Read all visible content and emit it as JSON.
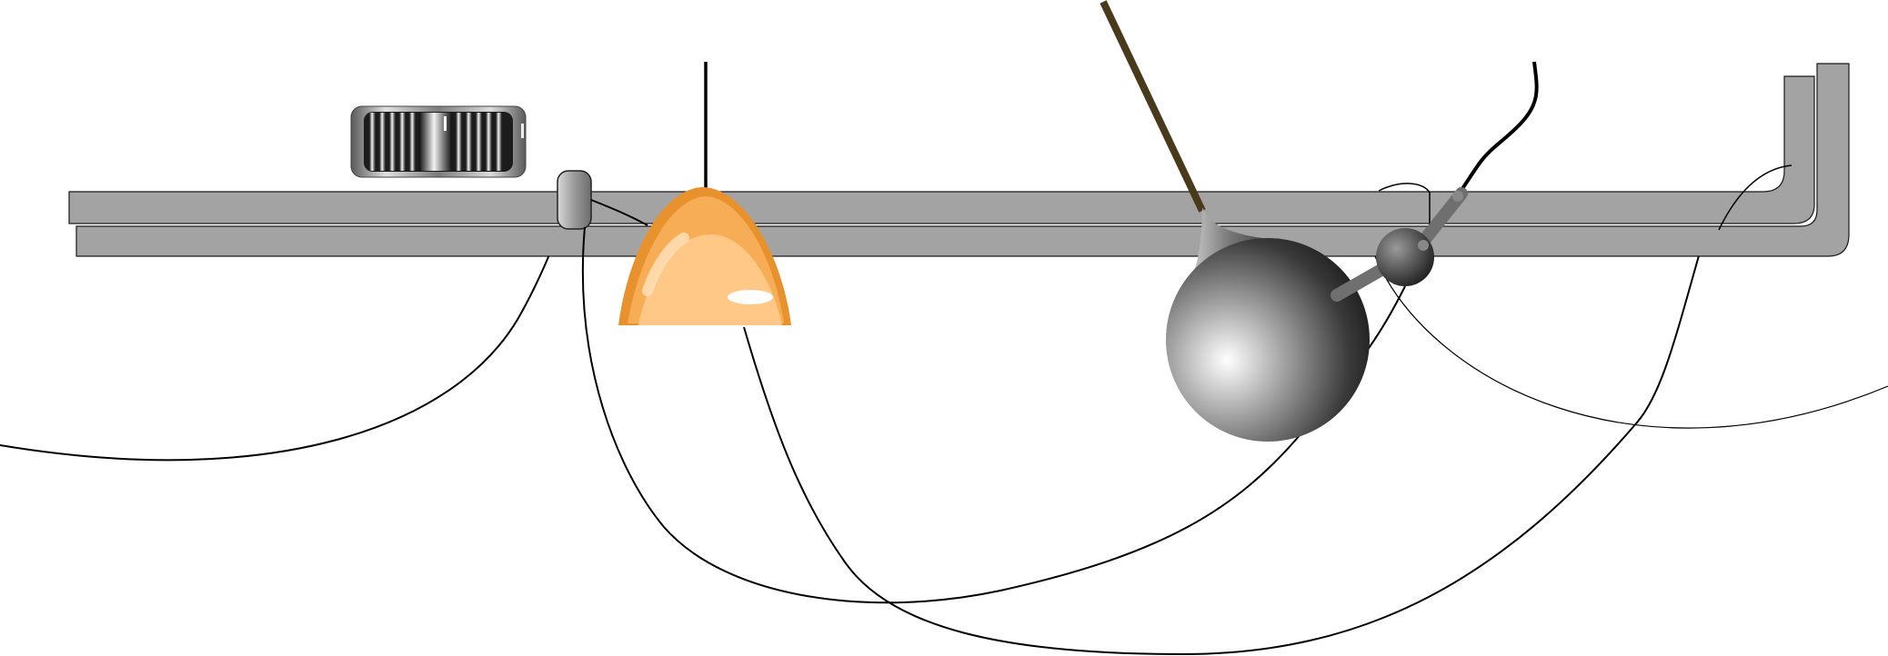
{
  "scene": {
    "background": "#ffffff",
    "colors": {
      "rail": "#a3a3a3",
      "rail_outline": "#1a1a1a",
      "cable": "#000000",
      "rod": "#4a3a1c",
      "lamp_orange_dark": "#e8922e",
      "lamp_orange_mid": "#f7ad55",
      "lamp_orange_light": "#ffc886",
      "sphere_light": "#ffffff",
      "sphere_dark": "#1e1e1e",
      "fixture_gray": "#777777"
    },
    "objects": [
      {
        "name": "upper-rail",
        "icon": "track-rail"
      },
      {
        "name": "lower-rail",
        "icon": "track-rail"
      },
      {
        "name": "ventilation-grille",
        "icon": "metal-vent-grille"
      },
      {
        "name": "rail-clip",
        "icon": "cable-clip"
      },
      {
        "name": "orange-pendant-lamp",
        "icon": "pendant-lamp"
      },
      {
        "name": "chrome-globe-lamp",
        "icon": "spherical-lamp"
      },
      {
        "name": "small-ball-joint",
        "icon": "ball-joint"
      },
      {
        "name": "suspension-rod",
        "icon": "suspension-rod"
      },
      {
        "name": "power-cables",
        "icon": "hanging-cables"
      }
    ]
  }
}
